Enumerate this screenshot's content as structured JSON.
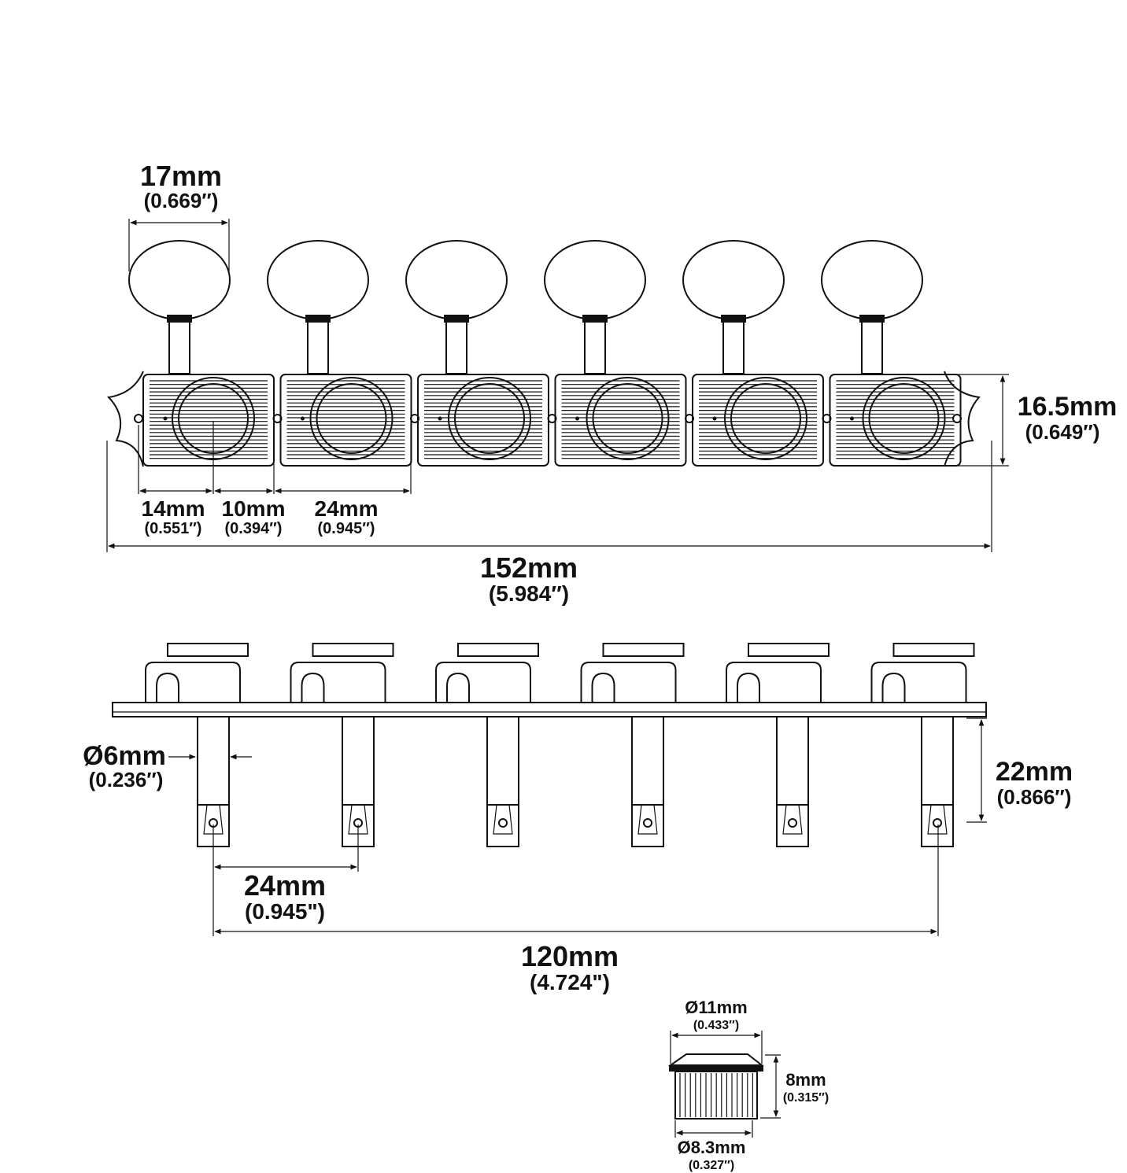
{
  "dimensions": {
    "button_width": {
      "mm": "17mm",
      "inch": "(0.669″)"
    },
    "plate_height": {
      "mm": "16.5mm",
      "inch": "(0.649″)"
    },
    "end_to_center": {
      "mm": "14mm",
      "inch": "(0.551″)"
    },
    "center_to_edge": {
      "mm": "10mm",
      "inch": "(0.394″)"
    },
    "tuner_pitch_top": {
      "mm": "24mm",
      "inch": "(0.945″)"
    },
    "total_length": {
      "mm": "152mm",
      "inch": "(5.984″)"
    },
    "post_diameter": {
      "mm": "Ø6mm",
      "inch": "(0.236″)"
    },
    "post_height": {
      "mm": "22mm",
      "inch": "(0.866″)"
    },
    "tuner_pitch_side": {
      "mm": "24mm",
      "inch": "(0.945\")"
    },
    "post_span": {
      "mm": "120mm",
      "inch": "(4.724\")"
    },
    "bushing_top_diameter": {
      "mm": "Ø11mm",
      "inch": "(0.433″)"
    },
    "bushing_height": {
      "mm": "8mm",
      "inch": "(0.315″)"
    },
    "bushing_bottom_diameter": {
      "mm": "Ø8.3mm",
      "inch": "(0.327″)"
    }
  },
  "tuner_count": 6,
  "colors": {
    "line": "#111111",
    "background": "#ffffff"
  }
}
